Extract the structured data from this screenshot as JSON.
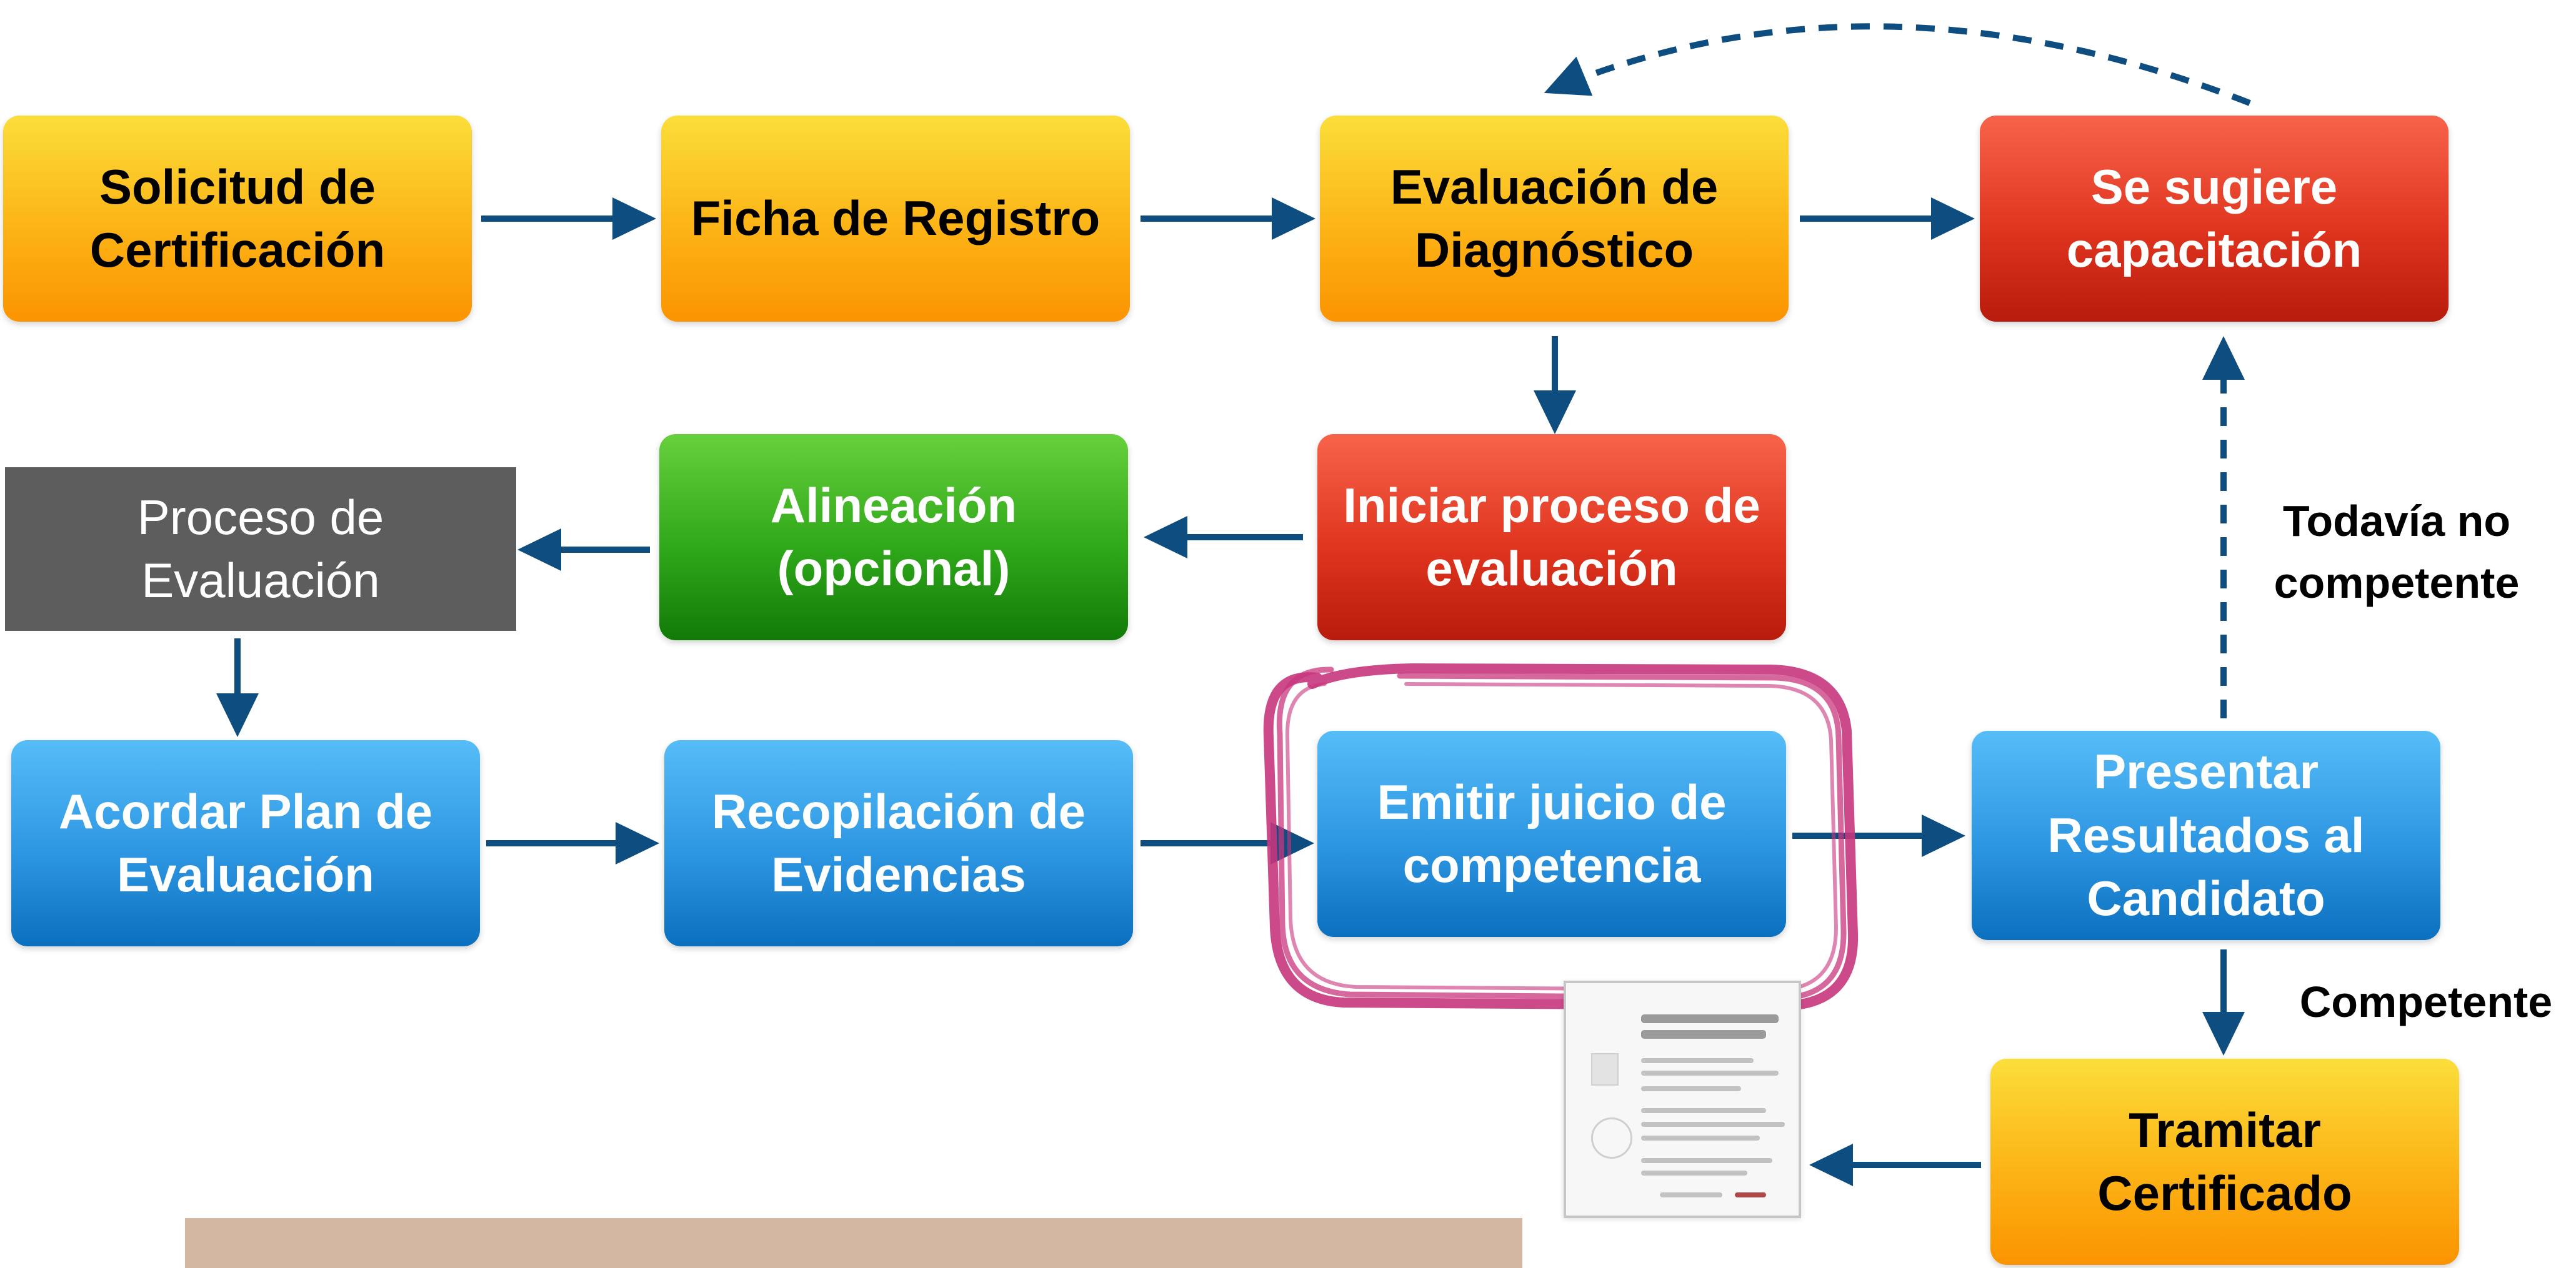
{
  "nodes": {
    "solicitud": "Solicitud de\nCertificación",
    "ficha": "Ficha de Registro",
    "diagnostico": "Evaluación de\nDiagnóstico",
    "capacitacion": "Se sugiere\ncapacitación",
    "proceso_evaluacion": "Proceso de\nEvaluación",
    "alineacion": "Alineación\n(opcional)",
    "iniciar": "Iniciar proceso de\nevaluación",
    "acordar": "Acordar Plan de\nEvaluación",
    "recopilacion": "Recopilación de\nEvidencias",
    "emitir": "Emitir juicio de\ncompetencia",
    "presentar": "Presentar\nResultados al\nCandidato",
    "tramitar": "Tramitar\nCertificado"
  },
  "edge_labels": {
    "todavia": "Todavía no\ncompetente",
    "competente": "Competente"
  },
  "colors": {
    "arrow": "#0e4d80",
    "highlight": "#c8367d",
    "yellow": "#fcb315",
    "red": "#e0351f",
    "green": "#2fa81a",
    "blue": "#2d96e2",
    "gray": "#5d5d5d"
  },
  "icons": {
    "certificate": "certificate-document-icon"
  }
}
